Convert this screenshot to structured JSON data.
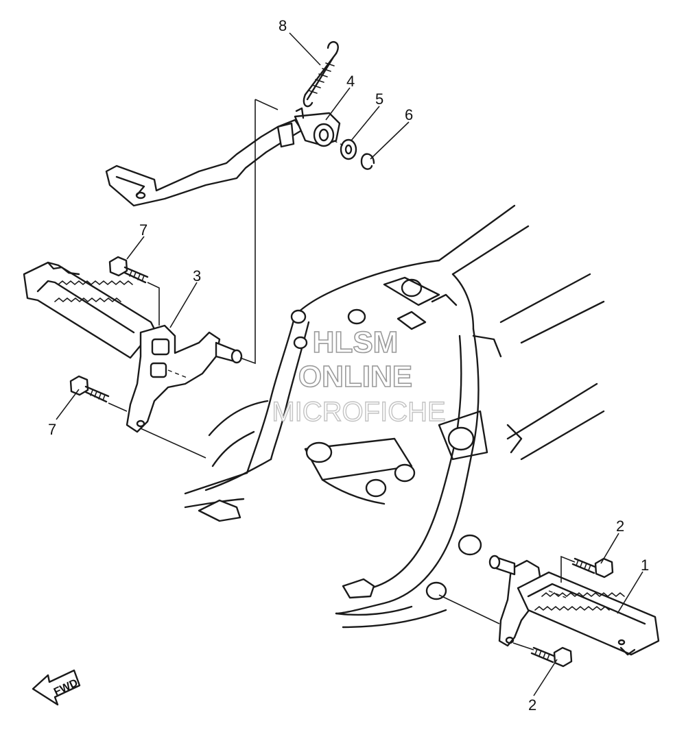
{
  "diagram": {
    "callouts": [
      {
        "id": "c8",
        "label": "8"
      },
      {
        "id": "c4",
        "label": "4"
      },
      {
        "id": "c5",
        "label": "5"
      },
      {
        "id": "c6",
        "label": "6"
      },
      {
        "id": "c7a",
        "label": "7"
      },
      {
        "id": "c3",
        "label": "3"
      },
      {
        "id": "c7b",
        "label": "7"
      },
      {
        "id": "c2a",
        "label": "2"
      },
      {
        "id": "c1",
        "label": "1"
      },
      {
        "id": "c2b",
        "label": "2"
      }
    ],
    "direction_label": "FWD"
  },
  "watermark": {
    "line1": "HLSM",
    "line2": "ONLINE",
    "line3": "MICROFICHE"
  }
}
